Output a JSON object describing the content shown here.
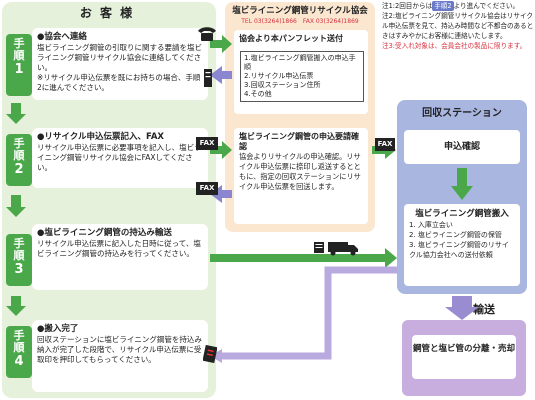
{
  "customer": {
    "title": "お 客 様",
    "steps": [
      {
        "tag": [
          "手",
          "順",
          "1"
        ],
        "title": "●協会へ連絡",
        "desc": "塩ビライニング鋼管の引取りに関する要請を塩ビライニング鋼管リサイクル協会に連絡してください。",
        "note": "※リサイクル申込伝票を既にお持ちの場合、手順2に進んでください。"
      },
      {
        "tag": [
          "手",
          "順",
          "2"
        ],
        "title": "●リサイクル申込伝票記入、FAX",
        "desc": "リサイクル申込伝票に必要事項を記入し、塩ビライニング鋼管リサイクル協会にFAXしてください。"
      },
      {
        "tag": [
          "手",
          "順",
          "3"
        ],
        "title": "●塩ビライニング鋼管の持込み輸送",
        "desc": "リサイクル申込伝票に記入した日時に従って、塩ビライニング鋼管の持込みを行ってください。"
      },
      {
        "tag": [
          "手",
          "順",
          "4"
        ],
        "title": "●搬入完了",
        "desc": "回収ステーションに塩ビライニング鋼管を持込み納入が完了した段階で、リサイクル申込伝票に受取印を押印してもらってください。"
      }
    ]
  },
  "association": {
    "name": "塩ビライニング鋼管リサイクル協会",
    "phone": "TEL 03(3264)1866　FAX 03(3264)1869",
    "pamphlet_title": "協会より本パンフレット送付",
    "pamphlet_items": [
      "1.塩ビライニング鋼管搬入の申込手順",
      "2.リサイクル申込伝票",
      "3.回収ステーション住所",
      "4.その他"
    ],
    "request_title": "塩ビライニング鋼管の申込要請確認",
    "request_desc": "協会よりリサイクルの申込確認。リサイクル申込伝票に捺印し返送するとともに、指定の回収ステーションにリサイクル申込伝票を回送します。"
  },
  "notes": {
    "note1": "注1:2回目からは",
    "note1_badge": "手順2",
    "note1_tail": "より進んでください。",
    "note2": "注2:塩ビライニング鋼管リサイクル協会はリサイクル申込伝票を見て、持込み時間など不都合のあるときはすみやかにお客様に連絡いたします。",
    "note3": "注3:受入れ対象は、会員会社の製品に限ります。"
  },
  "station": {
    "title": "回収ステーション",
    "confirm": "申込確認",
    "receive_title": "塩ビライニング鋼管搬入",
    "receive_items": [
      "1. 入庫立会い",
      "2. 塩ビライニング鋼管の保管",
      "3. 塩ビライニング鋼管のリサイクル協力会社への送付依頼"
    ]
  },
  "transport": {
    "label": "輸送"
  },
  "processing": {
    "title": "鋼管と塩ビ管の分離・売却"
  },
  "icons": {
    "fax_label": "FAX"
  },
  "colors": {
    "green": "#4aa84a",
    "purple": "#9078c4",
    "peach": "#fbe6d0",
    "blue": "#a9b6e0"
  }
}
